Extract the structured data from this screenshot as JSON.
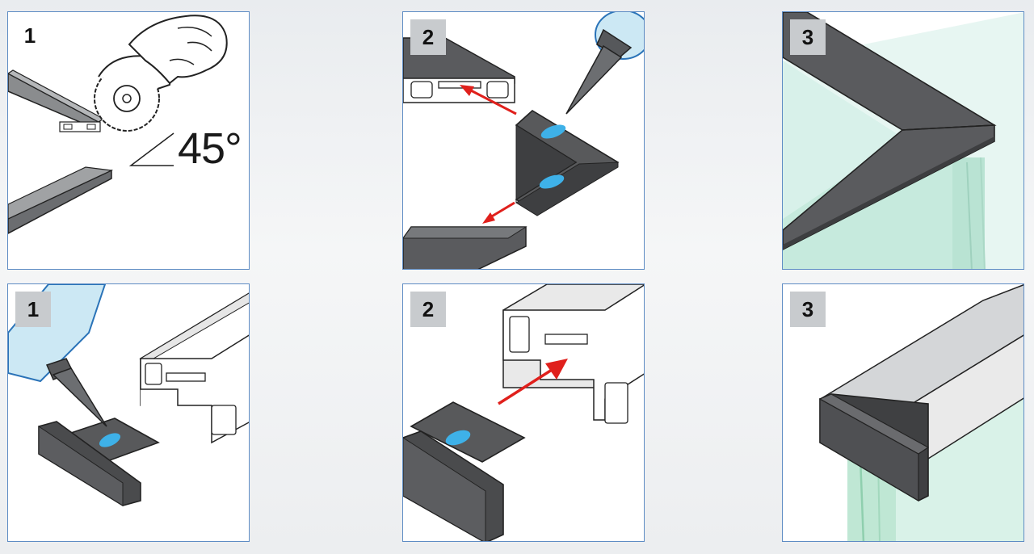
{
  "diagram": {
    "rows": [
      {
        "steps": [
          {
            "number": "1",
            "annotation": "45°",
            "icons": [
              "saw-icon"
            ]
          },
          {
            "number": "2",
            "icons": [
              "adhesive-tube-icon",
              "l-bracket-icon",
              "arrow-icon"
            ]
          },
          {
            "number": "3",
            "icons": [
              "corner-joint-icon"
            ]
          }
        ]
      },
      {
        "steps": [
          {
            "number": "1",
            "icons": [
              "adhesive-tube-icon",
              "end-cap-icon"
            ]
          },
          {
            "number": "2",
            "icons": [
              "end-cap-icon",
              "arrow-icon"
            ]
          },
          {
            "number": "3",
            "icons": [
              "capped-rail-icon"
            ]
          }
        ]
      }
    ],
    "colors": {
      "panel_border": "#5e8cc4",
      "badge": "#c8cbce",
      "arrow": "#e0201c",
      "adhesive": "#3eb1e8",
      "glass": "#cfeee3",
      "profile_dark": "#58595b"
    }
  }
}
